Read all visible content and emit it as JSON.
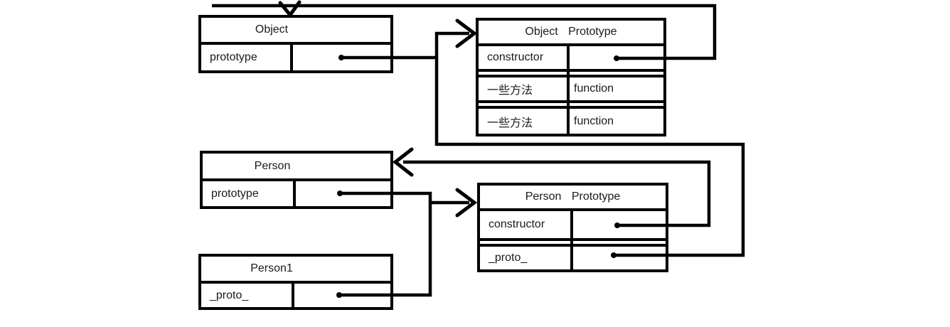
{
  "canvas": {
    "background": "#ffffff",
    "line_color": "#000000"
  },
  "boxes": {
    "object": {
      "title": "Object",
      "rows": [
        {
          "key": "prototype",
          "value": ""
        }
      ]
    },
    "object_prototype": {
      "title": "Object Prototype",
      "rows": [
        {
          "key": "constructor",
          "value": ""
        },
        {
          "key": "一些方法",
          "value": "function"
        },
        {
          "key": "一些方法",
          "value": "function"
        }
      ]
    },
    "person": {
      "title": "Person",
      "rows": [
        {
          "key": "prototype",
          "value": ""
        }
      ]
    },
    "person_prototype": {
      "title": "Person Prototype",
      "rows": [
        {
          "key": "constructor",
          "value": ""
        },
        {
          "key": "_proto_",
          "value": ""
        }
      ]
    },
    "person1": {
      "title": "Person1",
      "rows": [
        {
          "key": "_proto_",
          "value": ""
        }
      ]
    }
  },
  "connections": [
    {
      "from": "Object.prototype",
      "to": "Object Prototype"
    },
    {
      "from": "Object Prototype.constructor",
      "to": "Object"
    },
    {
      "from": "Person.prototype",
      "to": "Person Prototype"
    },
    {
      "from": "Person Prototype.constructor",
      "to": "Person"
    },
    {
      "from": "Person Prototype._proto_",
      "to": "Object Prototype"
    },
    {
      "from": "Person1._proto_",
      "to": "Person Prototype"
    }
  ]
}
